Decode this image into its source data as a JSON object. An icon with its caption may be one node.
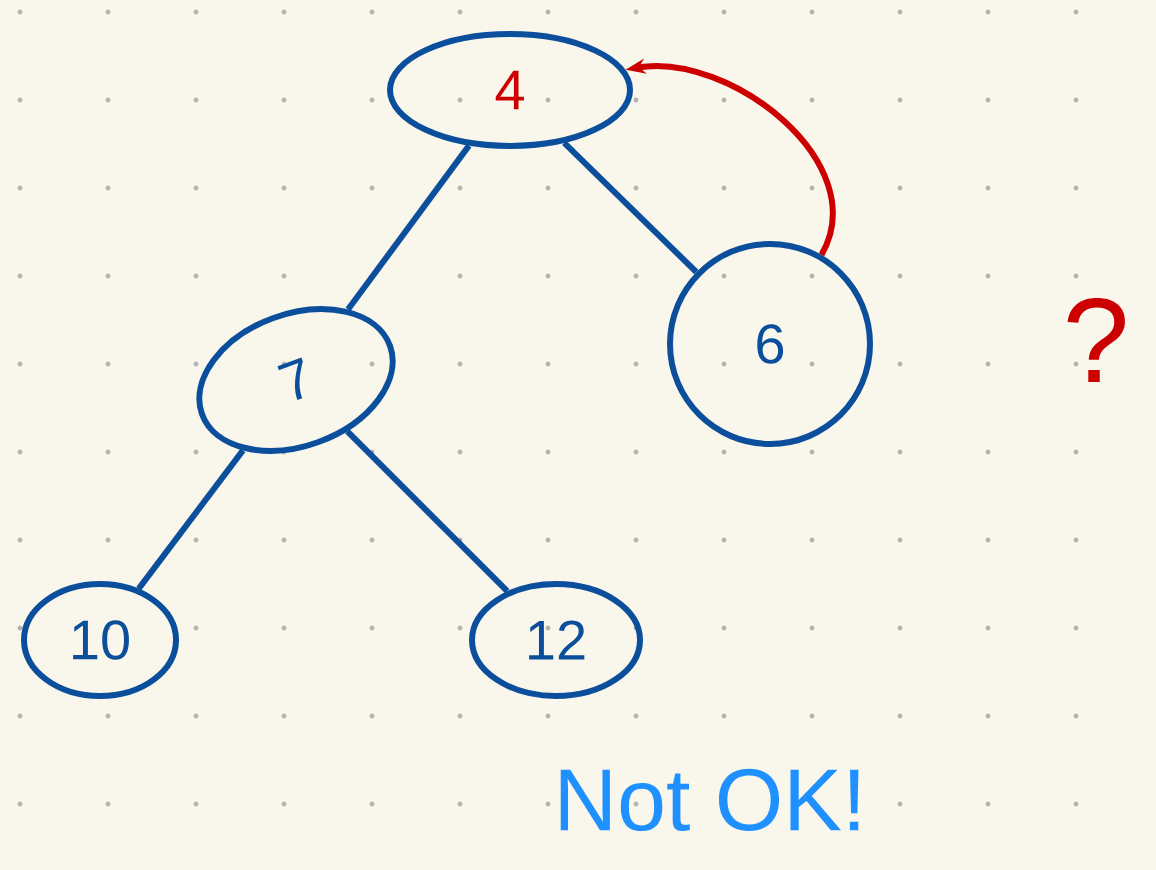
{
  "diagram": {
    "nodes": [
      {
        "text": [
          "4"
        ]
      },
      {
        "text": [
          "7"
        ]
      },
      {
        "text": [
          "6"
        ]
      },
      {
        "text": [
          "10"
        ]
      },
      {
        "text": [
          "12"
        ]
      }
    ],
    "edges": [
      {
        "from": 0,
        "to": 1,
        "arrow": "none"
      },
      {
        "from": 0,
        "to": 2,
        "arrow": "none"
      },
      {
        "from": 1,
        "to": 3,
        "arrow": "none"
      },
      {
        "from": 1,
        "to": 4,
        "arrow": "none"
      },
      {
        "from": 2,
        "to": 0,
        "arrow": "to",
        "color": "#cc0000"
      }
    ],
    "labels": [
      "?",
      "Not OK!"
    ]
  }
}
